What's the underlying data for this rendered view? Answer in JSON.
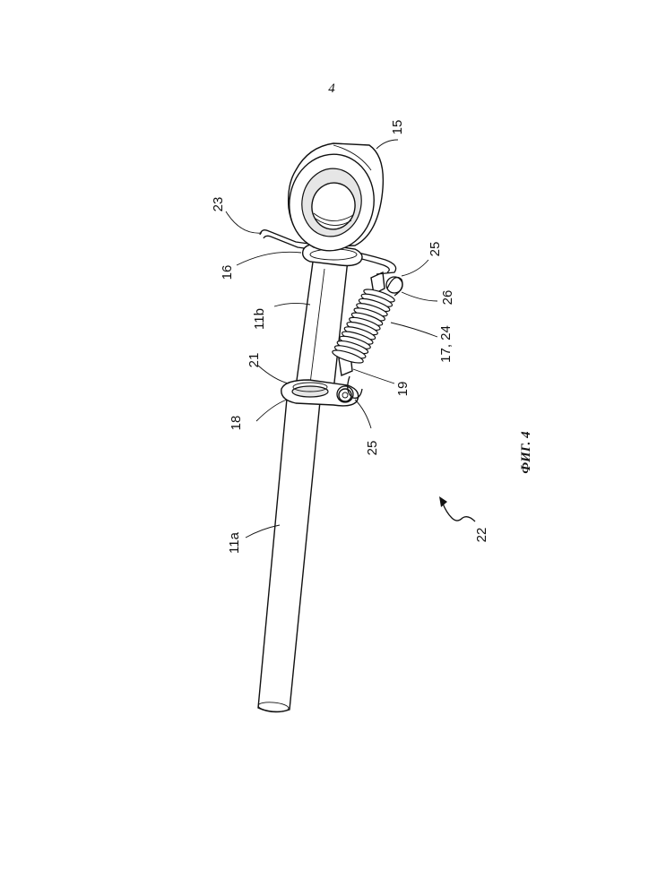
{
  "page_number": "4",
  "figure_caption": "ФИГ. 4",
  "assembly_ref": "22",
  "labels": {
    "l15": "15",
    "l23": "23",
    "l16": "16",
    "l25a": "25",
    "l26": "26",
    "l11b": "11b",
    "l1724": "17, 24",
    "l21": "21",
    "l19": "19",
    "l18": "18",
    "l25b": "25",
    "l11a": "11a"
  }
}
